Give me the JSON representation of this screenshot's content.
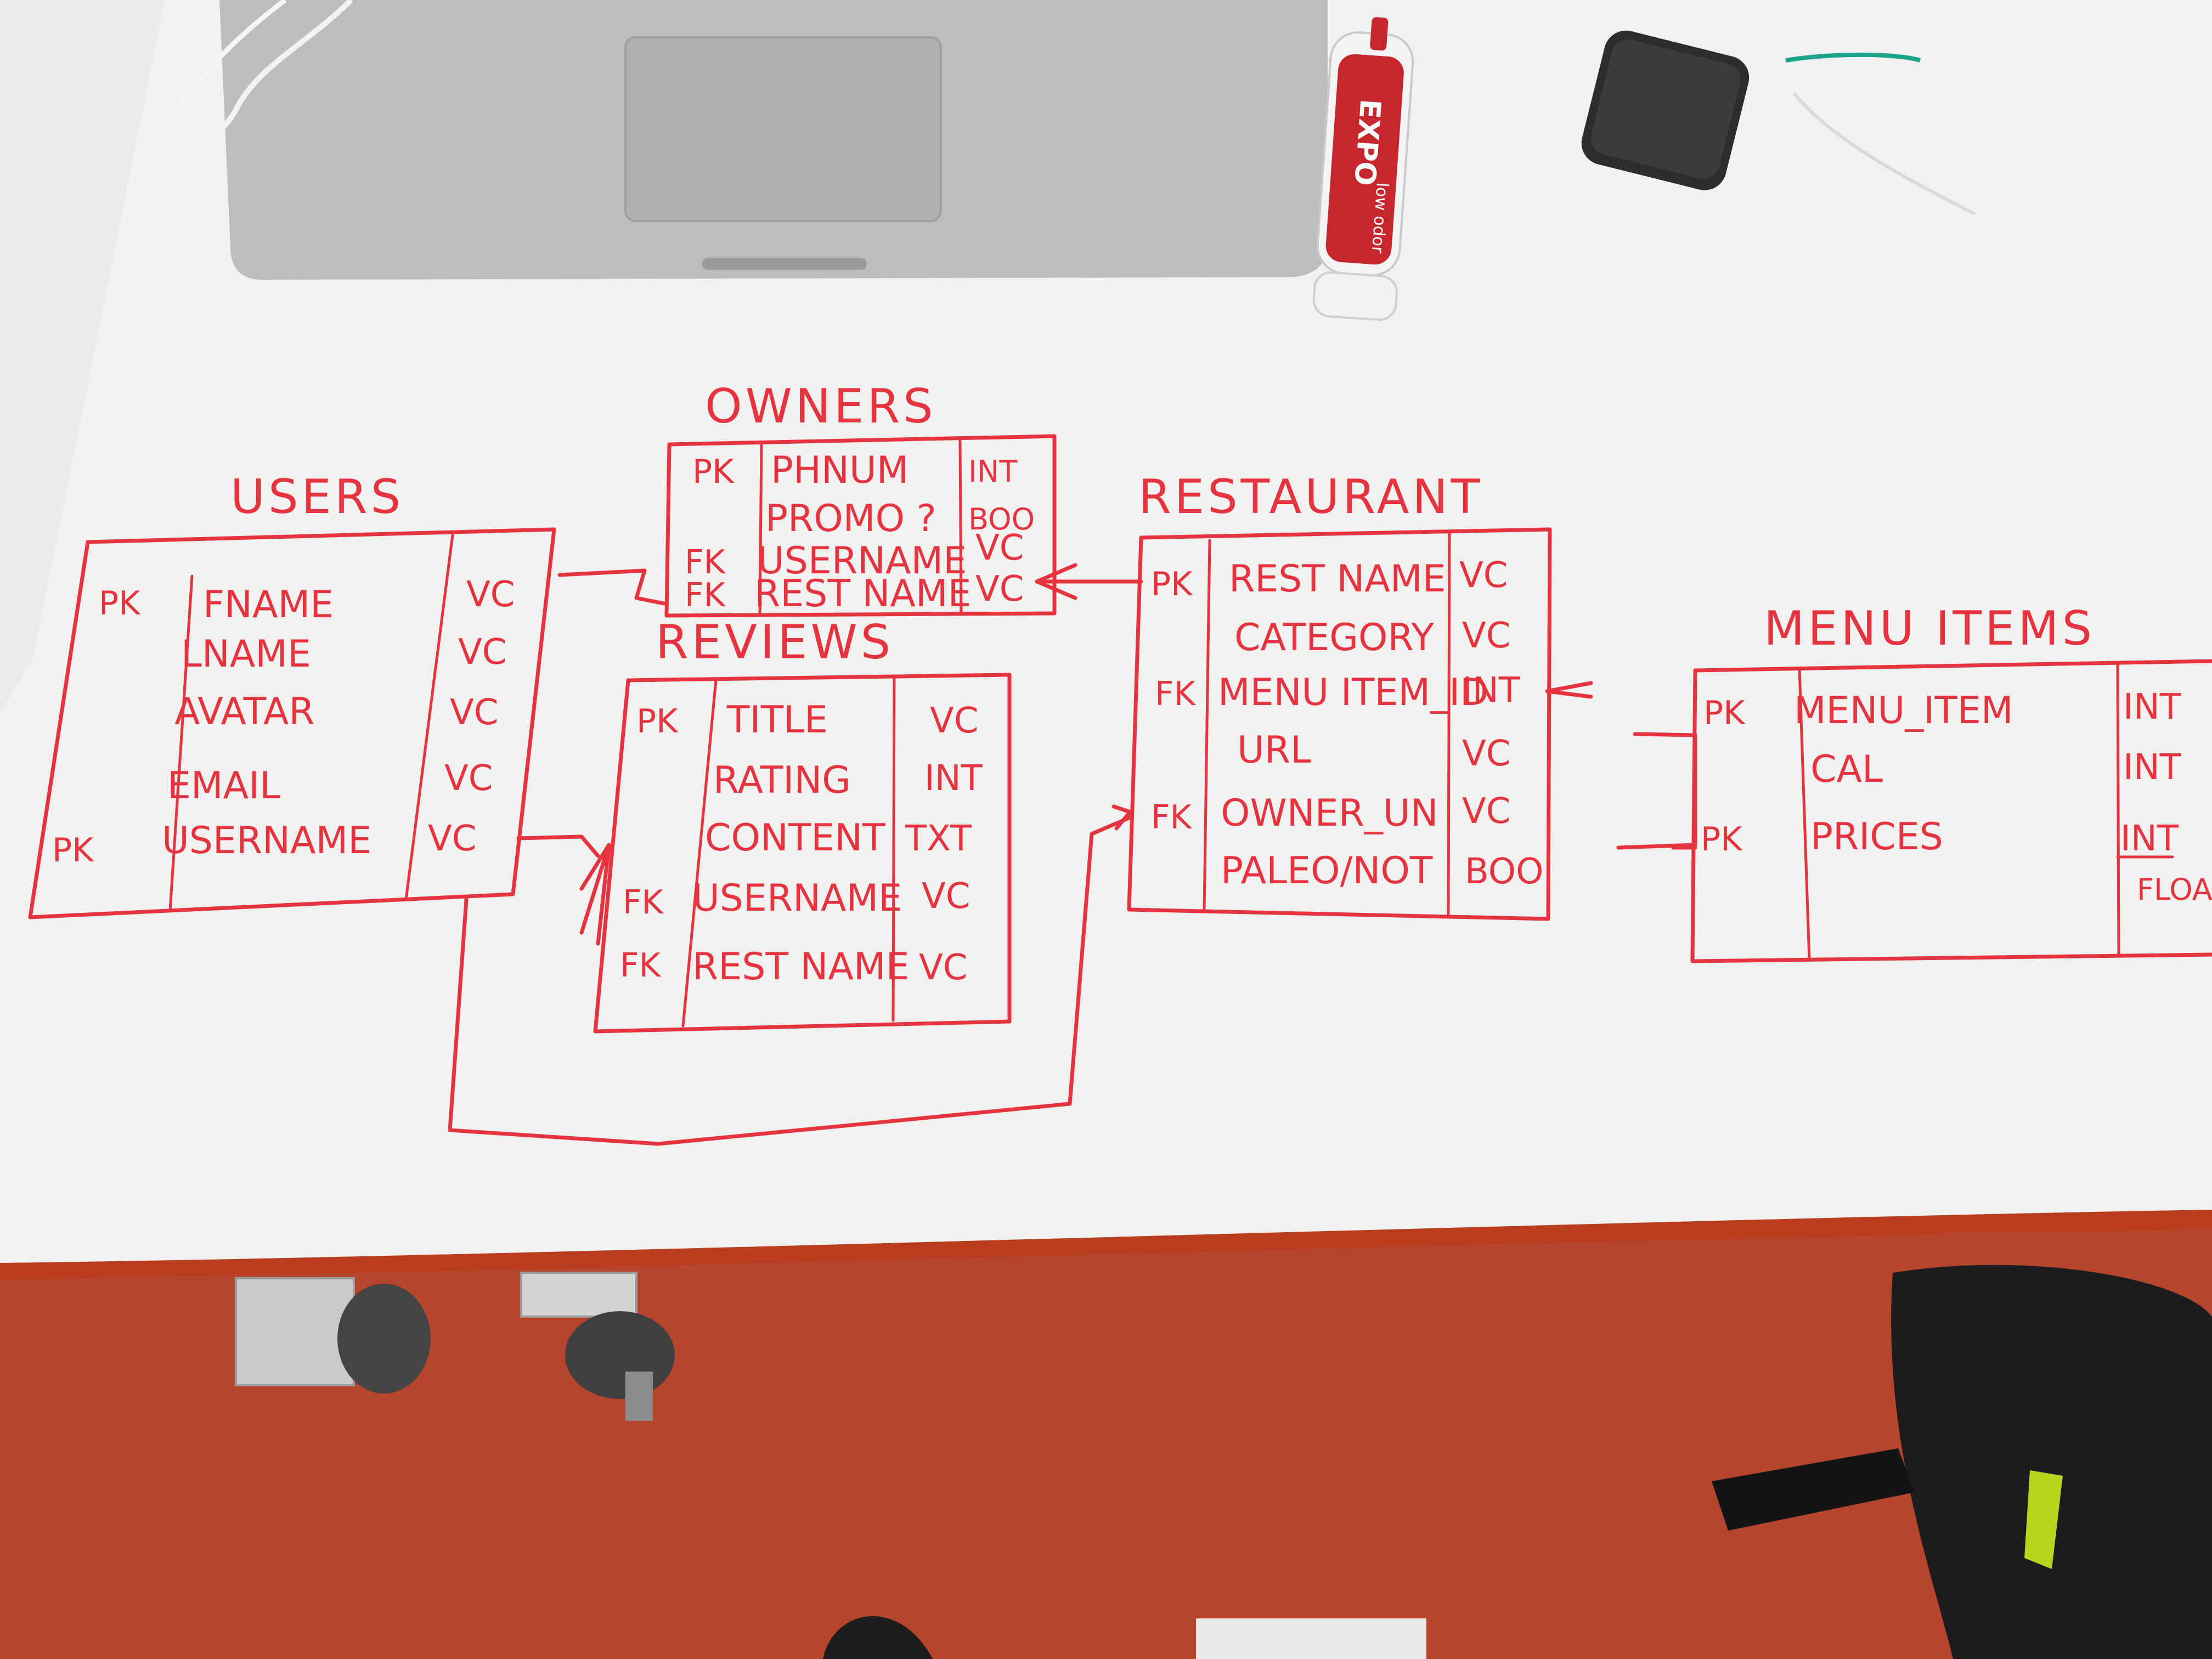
{
  "marker": {
    "brand": "EXPO",
    "subtitle": "low odor"
  },
  "entities": [
    {
      "id": "owners",
      "title": "OWNERS",
      "rows": [
        {
          "key": "PK",
          "field": "PHNUM",
          "type": "INT"
        },
        {
          "key": "",
          "field": "PROMO ?",
          "type": "BOO"
        },
        {
          "key": "FK",
          "field": "USERNAME",
          "type": "VC"
        },
        {
          "key": "FK",
          "field": "REST NAME",
          "type": "VC"
        }
      ]
    },
    {
      "id": "users",
      "title": "USERS",
      "rows": [
        {
          "key": "PK",
          "field": "FNAME",
          "type": "VC"
        },
        {
          "key": "",
          "field": "LNAME",
          "type": "VC"
        },
        {
          "key": "",
          "field": "AVATAR",
          "type": "VC"
        },
        {
          "key": "",
          "field": "EMAIL",
          "type": "VC"
        },
        {
          "key": "PK",
          "field": "USERNAME",
          "type": "VC"
        }
      ]
    },
    {
      "id": "reviews",
      "title": "REVIEWS",
      "rows": [
        {
          "key": "PK",
          "field": "TITLE",
          "type": "VC"
        },
        {
          "key": "",
          "field": "RATING",
          "type": "INT"
        },
        {
          "key": "",
          "field": "CONTENT",
          "type": "TXT"
        },
        {
          "key": "FK",
          "field": "USERNAME",
          "type": "VC"
        },
        {
          "key": "FK",
          "field": "REST NAME",
          "type": "VC"
        }
      ]
    },
    {
      "id": "restaurant",
      "title": "RESTAURANT",
      "rows": [
        {
          "key": "PK",
          "field": "REST NAME",
          "type": "VC"
        },
        {
          "key": "",
          "field": "CATEGORY",
          "type": "VC"
        },
        {
          "key": "FK",
          "field": "MENU ITEM_ID",
          "type": "INT"
        },
        {
          "key": "",
          "field": "URL",
          "type": "VC"
        },
        {
          "key": "FK",
          "field": "OWNER_UN",
          "type": "VC"
        },
        {
          "key": "",
          "field": "PALEO/NOT",
          "type": "BOO"
        }
      ]
    },
    {
      "id": "menu_items",
      "title": "MENU ITEMS",
      "rows": [
        {
          "key": "PK",
          "field": "MENU_ITEM",
          "type": "INT"
        },
        {
          "key": "",
          "field": "CAL",
          "type": "INT"
        },
        {
          "key": "PK",
          "field": "PRICES",
          "type": "INT"
        },
        {
          "key": "",
          "field": "",
          "type": "FLOA"
        }
      ]
    }
  ]
}
